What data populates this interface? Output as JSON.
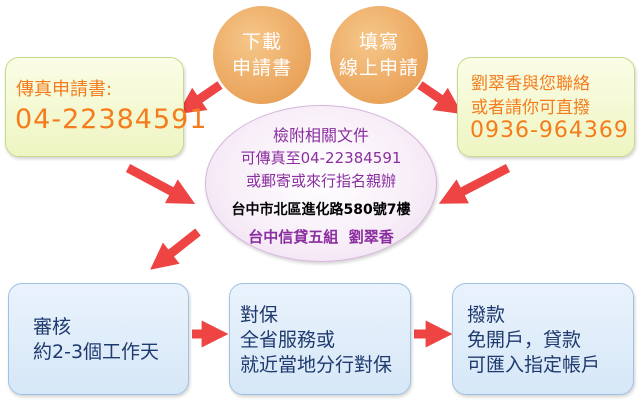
{
  "colors": {
    "orange": "#f47c1c",
    "blue_text": "#1e3a6e",
    "purple": "#8a2ea0",
    "arrow": "#ee4444"
  },
  "circle_download": {
    "lines": [
      "下載",
      "申請書"
    ]
  },
  "circle_online": {
    "lines": [
      "填寫",
      "線上申請"
    ]
  },
  "fax_box": {
    "label": "傳真申請書:",
    "number": "04-22384591"
  },
  "contact_box": {
    "lines": [
      "劉翠香與您聯絡",
      "或者請你可直撥"
    ],
    "phone": "0936-964369"
  },
  "center_oval": {
    "title": "檢附相關文件",
    "line1": "可傳真至04-22384591",
    "line2": "或郵寄或來行指名親辦",
    "address": "台中市北區進化路580號7樓",
    "signature": "台中信貸五組  劉翠香"
  },
  "step_review": {
    "lines": [
      "審核",
      "約2-3個工作天"
    ]
  },
  "step_verify": {
    "lines": [
      "對保",
      "全省服務或",
      "就近當地分行對保"
    ]
  },
  "step_payout": {
    "lines": [
      "撥款",
      "免開戶，貸款",
      "可匯入指定帳戶"
    ]
  }
}
